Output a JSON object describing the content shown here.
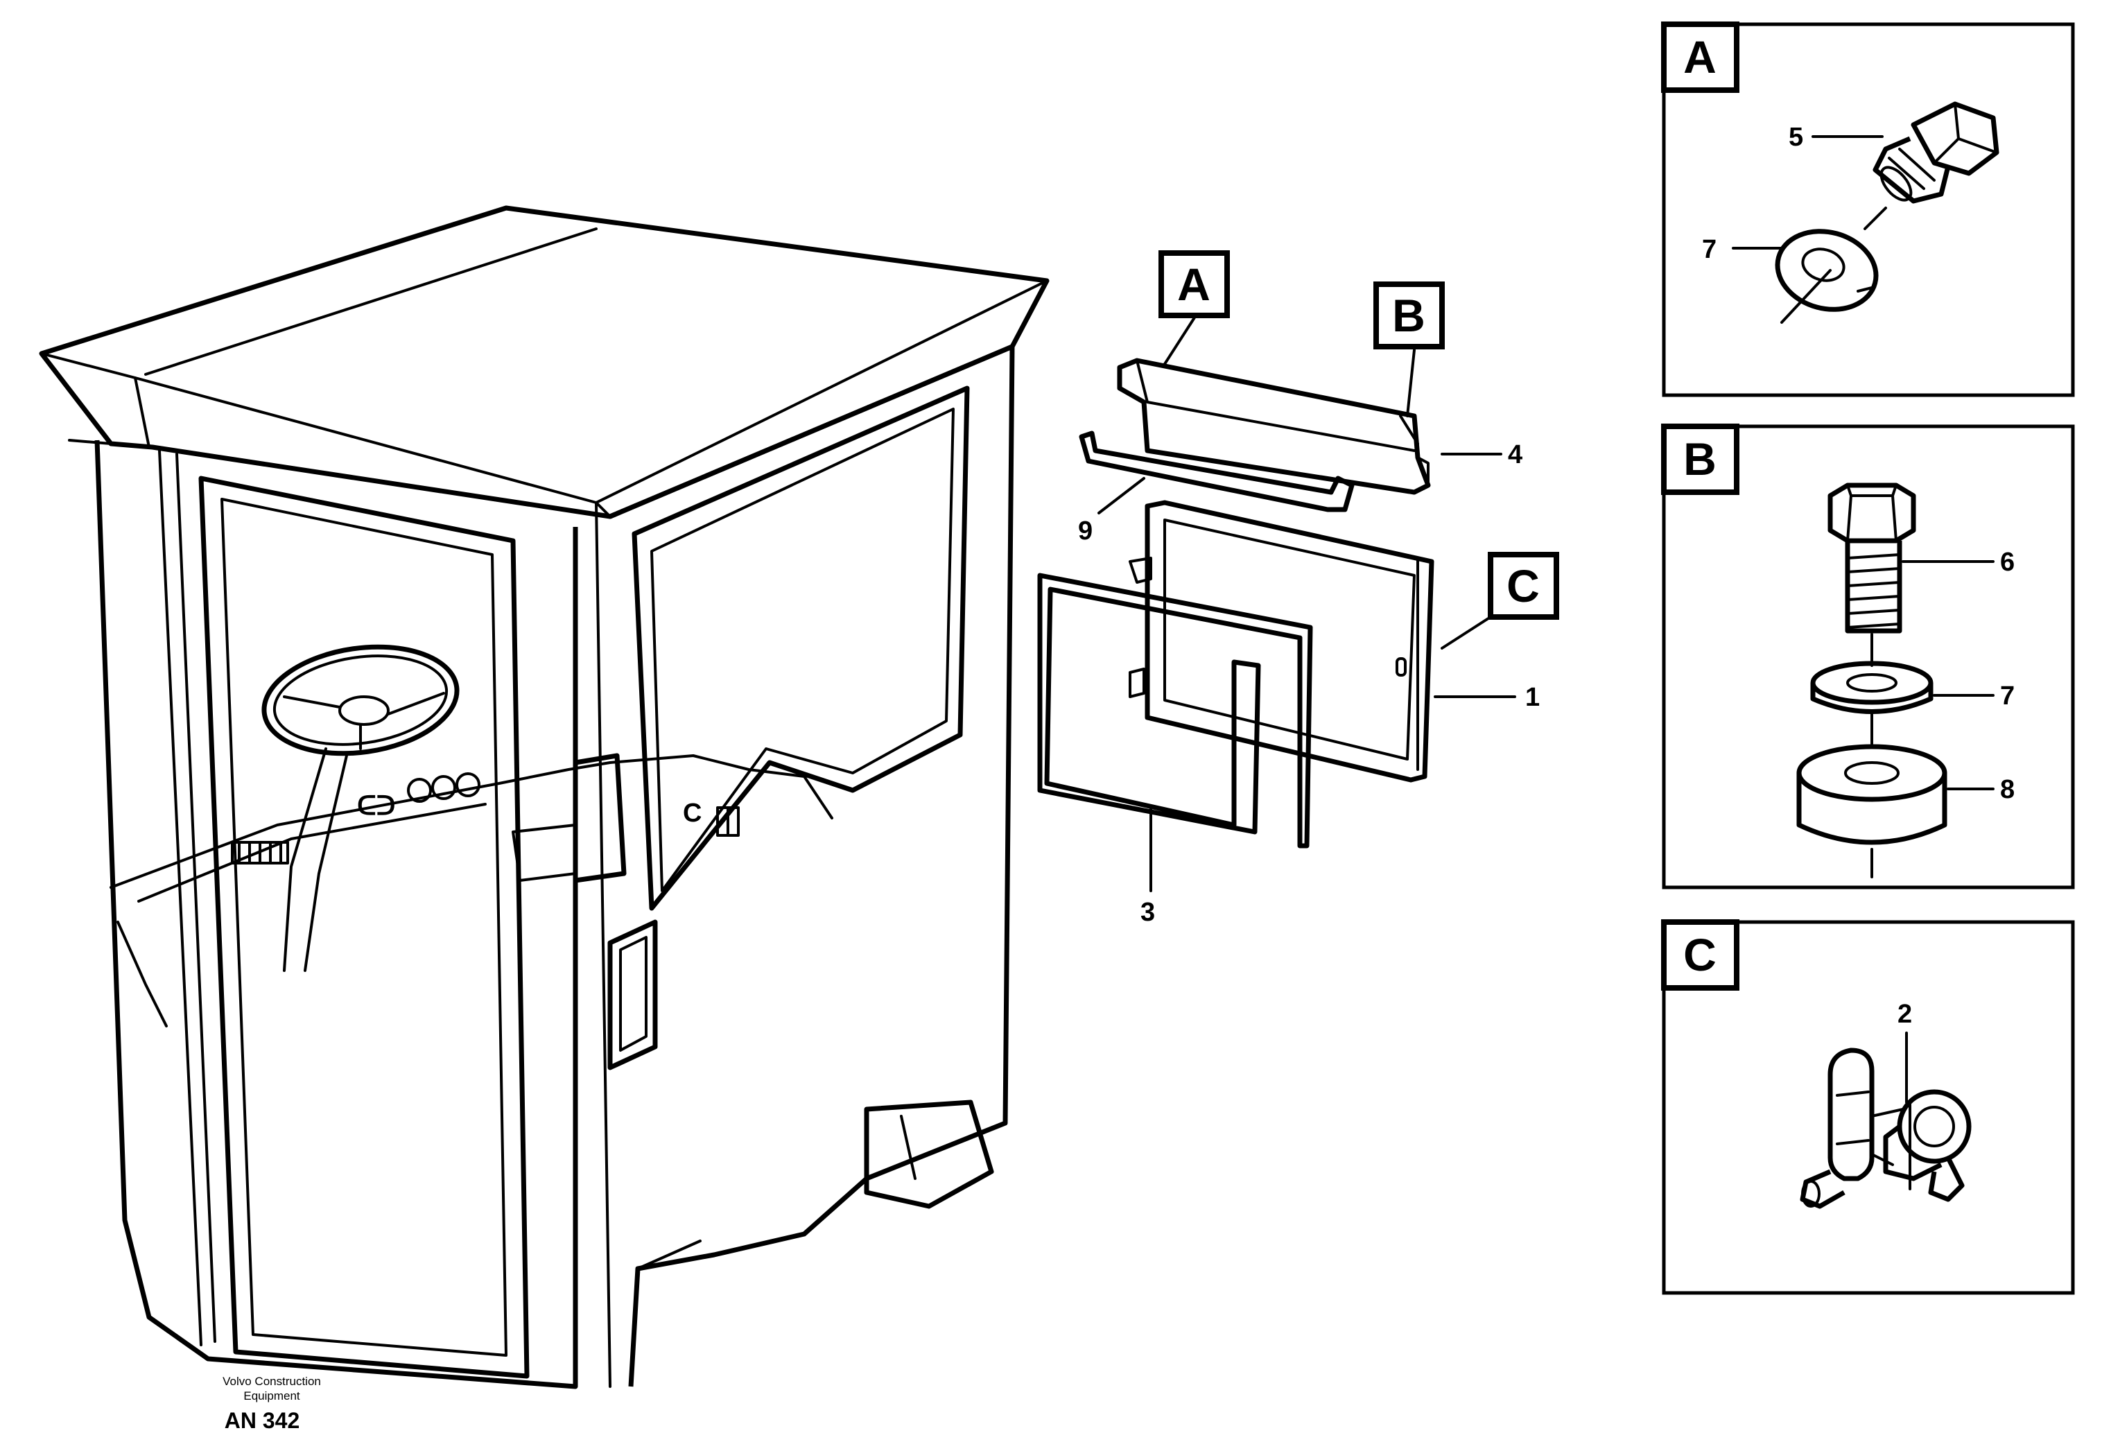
{
  "callout_boxes": {
    "main_a": "A",
    "main_b": "B",
    "main_c": "C"
  },
  "part_numbers": {
    "p1": "1",
    "p3": "3",
    "p4": "4",
    "p9": "9"
  },
  "detail_a": {
    "letter": "A",
    "labels": {
      "bolt": "5",
      "washer": "7"
    }
  },
  "detail_b": {
    "letter": "B",
    "labels": {
      "bolt": "6",
      "washer": "7",
      "spacer": "8"
    }
  },
  "detail_c": {
    "letter": "C",
    "labels": {
      "latch": "2"
    }
  },
  "footer": {
    "company_line1": "Volvo Construction",
    "company_line2": "Equipment",
    "code": "AN 342"
  }
}
